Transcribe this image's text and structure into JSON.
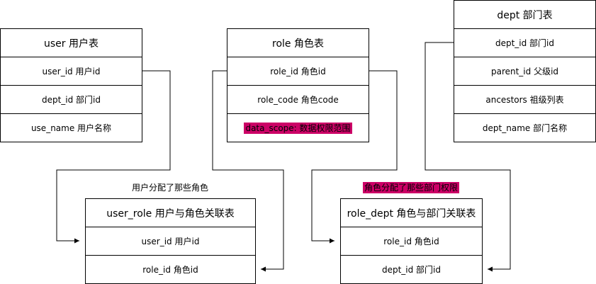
{
  "tables": {
    "user": {
      "title": "user 用户表",
      "fields": [
        "user_id 用户id",
        "dept_id 部门id",
        "use_name 用户名称"
      ]
    },
    "role": {
      "title": "role 角色表",
      "fields": [
        "role_id 角色id",
        "role_code 角色code",
        "data_scope: 数据权限范围"
      ]
    },
    "dept": {
      "title": "dept 部门表",
      "fields": [
        "dept_id 部门id",
        "parent_id 父级id",
        "ancestors 祖级列表",
        "dept_name 部门名称"
      ]
    },
    "user_role": {
      "title": "user_role 用户与角色关联表",
      "fields": [
        "user_id 用户id",
        "role_id 角色id"
      ]
    },
    "role_dept": {
      "title": "role_dept 角色与部门关联表",
      "fields": [
        "role_id 角色id",
        "dept_id 部门id"
      ]
    }
  },
  "labels": {
    "user_role_caption": "用户分配了那些角色",
    "role_dept_caption": "角色分配了那些部门权限"
  },
  "colors": {
    "highlight": "#cc0066",
    "stroke": "#000000"
  }
}
